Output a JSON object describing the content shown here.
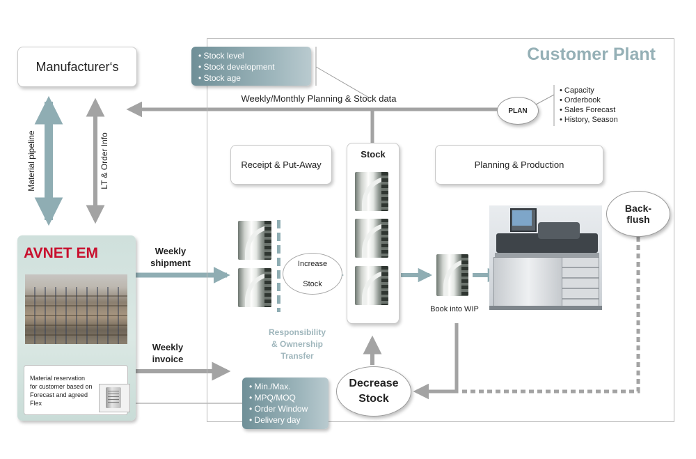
{
  "manufacturer": "Manufacturer‘s",
  "customer_plant": "Customer Plant",
  "material_pipeline": "Material pipeline",
  "lt_order_info": "LT & Order Info",
  "stock_info": [
    "Stock level",
    "Stock development",
    "Stock age"
  ],
  "planning_data_label": "Weekly/Monthly Planning & Stock data",
  "plan": "PLAN",
  "plan_inputs": [
    "Capacity",
    "Orderbook",
    "Sales Forecast",
    "History, Season"
  ],
  "receipt": "Receipt & Put-Away",
  "stock_title": "Stock",
  "planning_production": "Planning & Production",
  "backflush": [
    "Back-",
    "flush"
  ],
  "avnet_title": "AVNET EM",
  "weekly_shipment": [
    "Weekly",
    "shipment"
  ],
  "weekly_invoice": [
    "Weekly",
    "invoice"
  ],
  "increase_stock": [
    "Increase",
    "Stock"
  ],
  "book_into_wip": "Book into WIP",
  "responsibility": [
    "Responsibility",
    "& Ownership",
    "Transfer"
  ],
  "reservation": "Material reservation for customer based on Forecast and agreed Flex",
  "decrease_stock": [
    "Decrease",
    "Stock"
  ],
  "replenishment_params": [
    "Min./Max.",
    "MPQ/MOQ",
    "Order Window",
    "Delivery day"
  ],
  "colors": {
    "brand_red": "#c8102e",
    "teal": "#7f9ea5",
    "arrow_gray": "#9c9c9c",
    "arrow_teal": "#8fadb3",
    "flow_text": "#9fb6bc"
  }
}
